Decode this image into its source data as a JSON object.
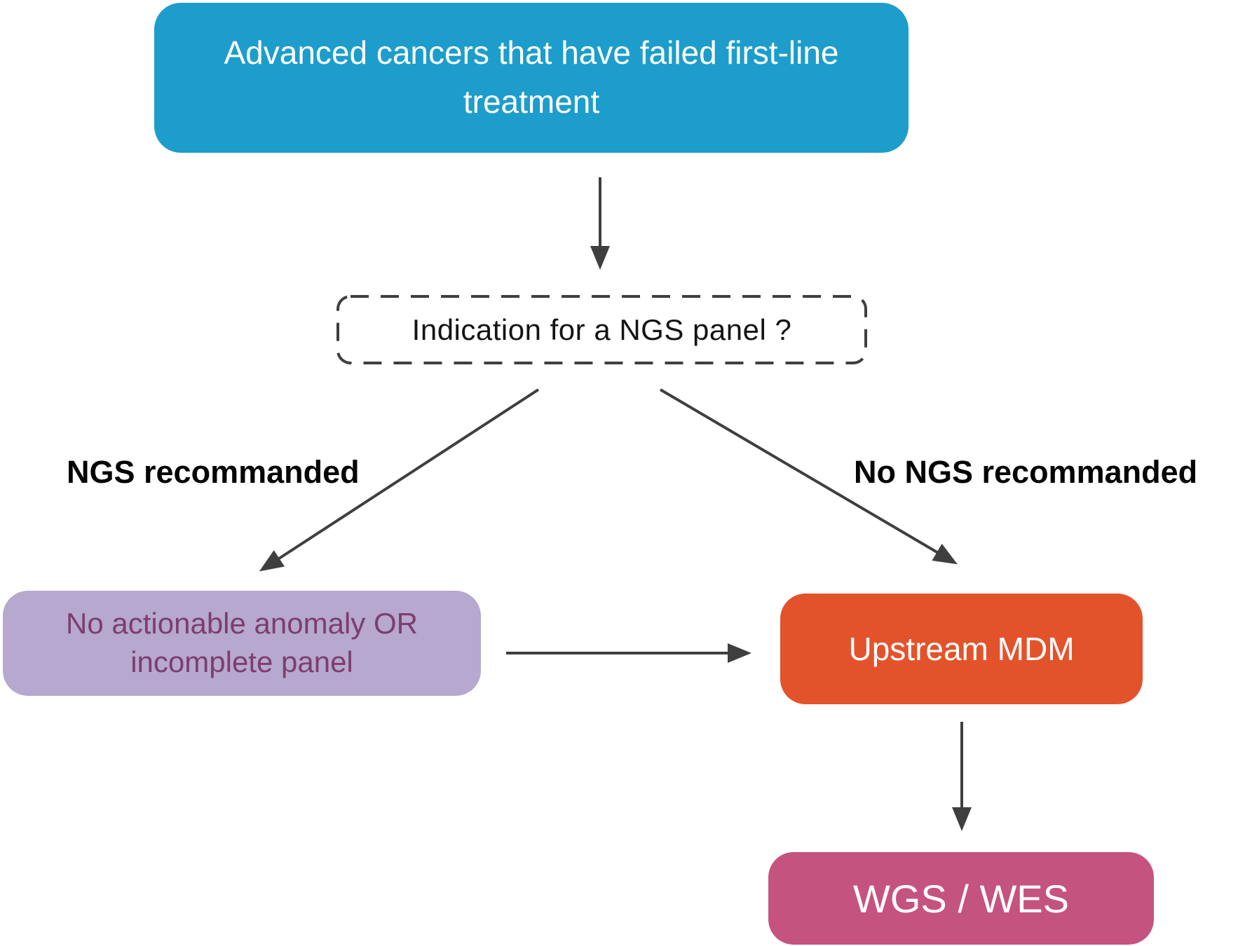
{
  "diagram": {
    "nodes": {
      "start": {
        "label": "Advanced cancers that have failed first-line treatment",
        "bg": "#1D9DCB",
        "fg": "#FFFFFF"
      },
      "decision": {
        "label": "Indication for a NGS panel ?",
        "fg": "#141414",
        "border": "#3F3F3F"
      },
      "no_actionable": {
        "label": "No actionable anomaly OR incomplete panel",
        "bg": "#B6A8CE",
        "fg": "#7C3E6E"
      },
      "upstream_mdm": {
        "label": "Upstream MDM",
        "bg": "#E3532B",
        "fg": "#FFFFFF"
      },
      "wgs_wes": {
        "label": "WGS / WES",
        "bg": "#C5537F",
        "fg": "#FFFFFF"
      }
    },
    "edge_labels": {
      "ngs": "NGS recommanded",
      "no_ngs": "No NGS recommanded"
    },
    "arrow_color": "#3F3F3F"
  }
}
